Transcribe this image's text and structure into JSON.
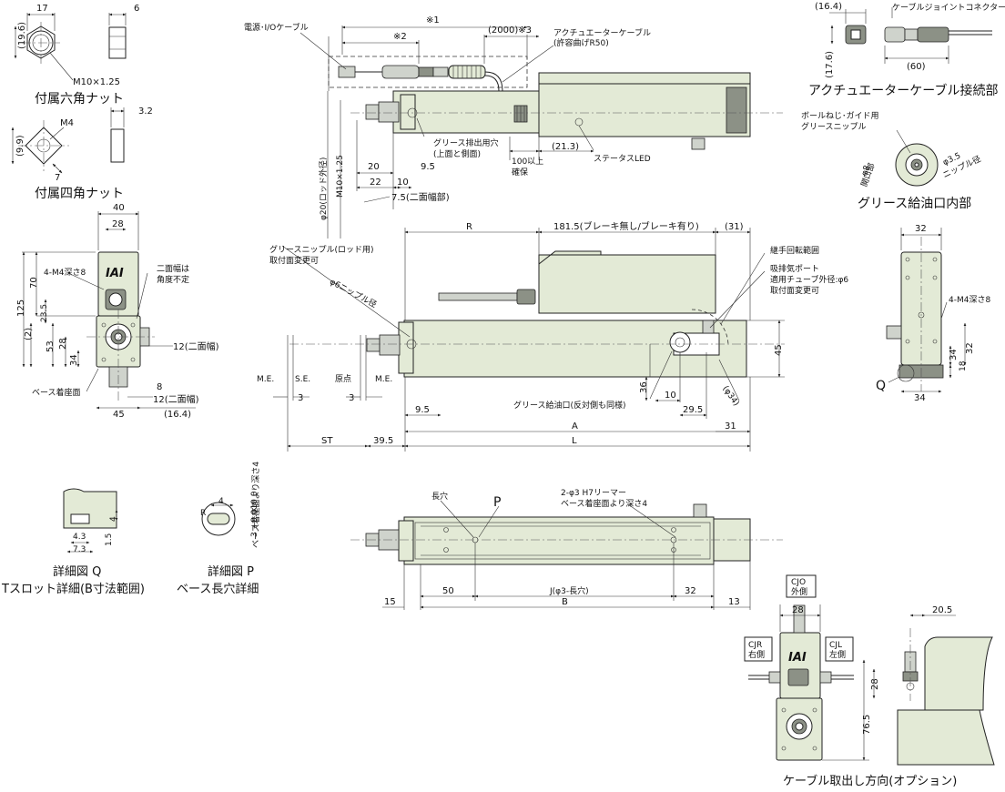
{
  "labels": {
    "hex_nut_title": "付属六角ナット",
    "square_nut_title": "付属四角ナット",
    "cable_joint_title": "アクチュエーターケーブル接続部",
    "grease_port_title": "グリース給油口内部",
    "detail_q_title": "詳細図 Q",
    "detail_q_sub": "Tスロット詳細(B寸法範囲)",
    "detail_p_title": "詳細図 P",
    "detail_p_sub": "ベース長穴詳細",
    "cable_dir_title": "ケーブル取出し方向(オプション)",
    "power_cable": "電源･I/Oケーブル",
    "actuator_cable": "アクチュエーターケーブル",
    "bend_radius": "(許容曲げR50)",
    "cable_joint_connector": "ケーブルジョイントコネクター",
    "ballscrew_nipple_1": "ボールねじ･ガイド用",
    "ballscrew_nipple_2": "グリースニップル",
    "grease_exhaust_1": "グリース排出用穴",
    "grease_exhaust_2": "(上面と側面)",
    "status_led": "ステータスLED",
    "nipple_rod_1": "グリースニップル(ロッド用)",
    "nipple_rod_2": "取付面変更可",
    "phi6_nipple": "φ6ニップル径",
    "joint_rotation": "継手回転範囲",
    "air_port_1": "吸排気ポート",
    "air_port_2": "適用チューブ外径:φ6",
    "air_port_3": "取付面変更可",
    "grease_inlet": "グリース給油口(反対側も同様)",
    "m4_depth8": "4-M4深さ8",
    "width_across_1": "二面幅は",
    "width_across_2": "角度不定",
    "base_surface": "ベース着座面",
    "long_hole": "長穴",
    "reamer_1": "2-φ3 H7リーマー",
    "reamer_2": "ベース着座面より深さ4",
    "seat_depth": "ベース着座面より深さ4",
    "origin": "原点",
    "me": "M.E.",
    "se": "S.E.",
    "cjo_1": "CJO",
    "cjo_2": "外側",
    "cjr_1": "CJR",
    "cjr_2": "右側",
    "cjl_1": "CJL",
    "cjl_2": "左側",
    "note_1": "※1",
    "note_2": "※2",
    "note_2000": "(2000)※3",
    "phi20": "φ20(ロッド外径)",
    "m10_125": "M10×1.25",
    "m10_125_nut": "M10×1.25",
    "m4": "M4",
    "phi8": "φ8",
    "phi8_sub": "開口部",
    "phi35": "φ3.5",
    "phi35_sub": "ニップル径",
    "width_75": "7.5(二面幅部)",
    "width_12a": "12(二面幅)",
    "width_12b": "12(二面幅)",
    "brake": "181.5(ブレーキ無し/ブレーキ有り)",
    "phi34": "(φ34)",
    "min100": "100以上",
    "min100_sub": "確保",
    "p_label": "P",
    "q_label": "Q",
    "r_label": "R",
    "iai": "IAI",
    "phi3_long": "J(φ3-長穴)"
  },
  "dims": {
    "d17": "17",
    "d6": "6",
    "d196": "(19.6)",
    "d99": "(9.9)",
    "d32b": "3.2",
    "d7": "7",
    "d40": "40",
    "d28": "28",
    "d70": "70",
    "d125": "125",
    "d235": "23.5",
    "d2": "(2)",
    "d53": "53",
    "d28b": "28",
    "d34": "34",
    "d8": "8",
    "d45": "45",
    "d164": "(16.4)",
    "d164b": "(16.4)",
    "d176": "(17.6)",
    "d60": "(60)",
    "d20": "20",
    "d22": "22",
    "d10": "10",
    "d95": "9.5",
    "d213": "(21.3)",
    "d31": "(31)",
    "d32": "32",
    "d32c": "32",
    "d18": "18",
    "d34b": "34",
    "d45b": "45",
    "d36": "36",
    "d10b": "10",
    "d295": "29.5",
    "d95b": "9.5",
    "d3a": "3",
    "d3b": "3",
    "st": "ST",
    "d395": "39.5",
    "a": "A",
    "l": "L",
    "d31b": "31",
    "d50": "50",
    "b": "B",
    "d15": "15",
    "d13": "13",
    "d32d": "32",
    "d4": "4",
    "d43": "4.3",
    "d73": "7.3",
    "d15b": "1.5",
    "d4b": "4",
    "d3tol": "3 +0.010 0",
    "r": "R",
    "d28c": "28",
    "d205": "20.5",
    "d28d": "28",
    "d765": "76.5"
  },
  "colors": {
    "body": "#e3ead6",
    "line": "#222222"
  }
}
